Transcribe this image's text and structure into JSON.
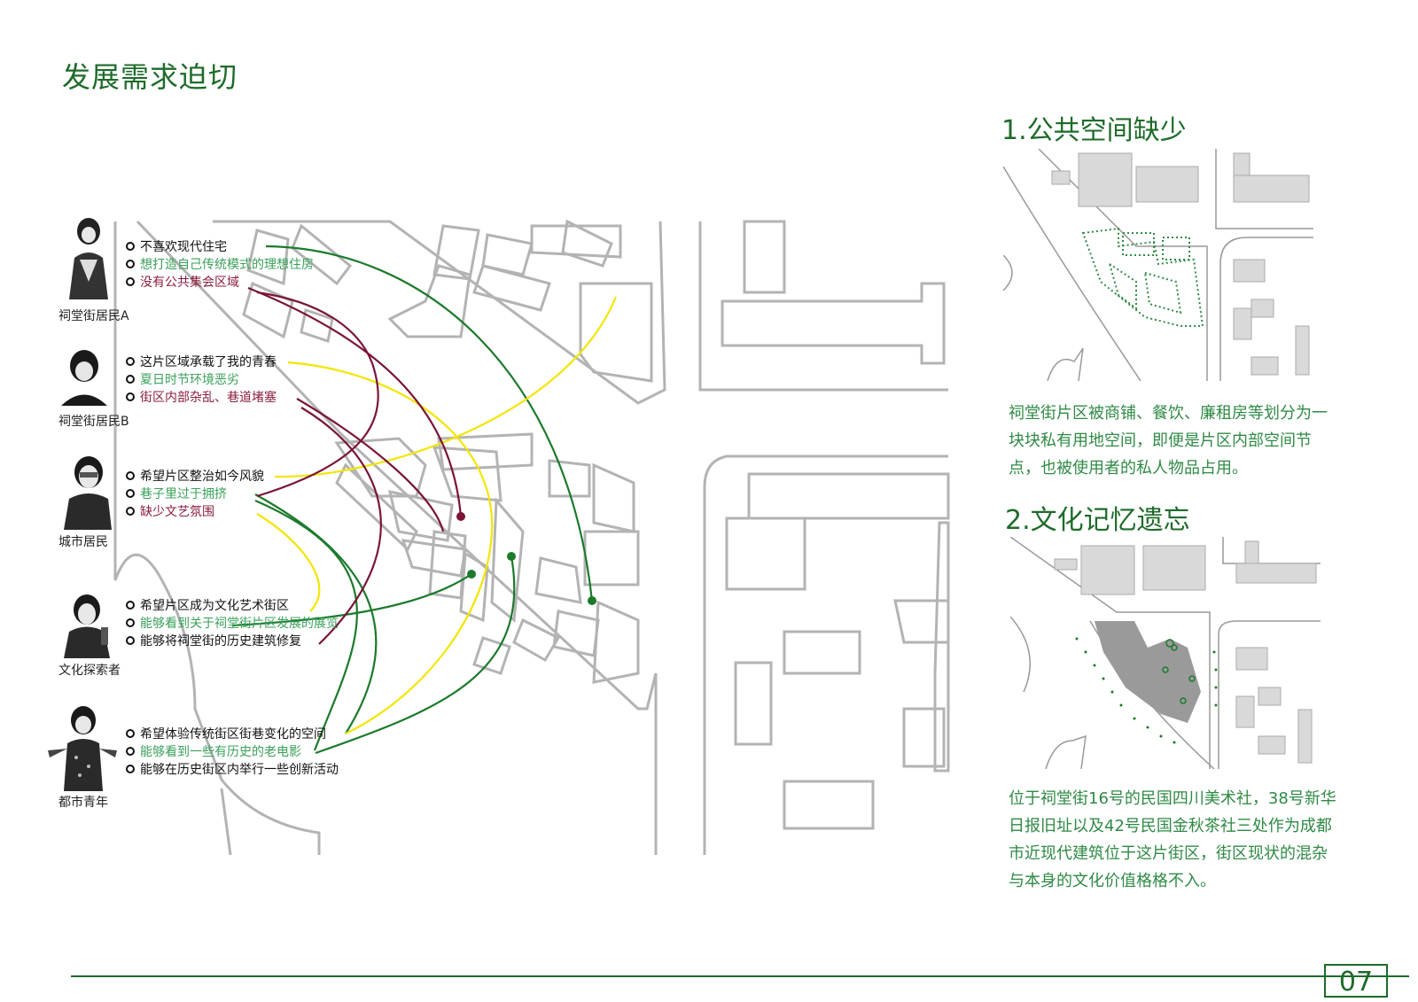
{
  "title": "发展需求迫切",
  "personas": [
    {
      "name": "祠堂街居民A",
      "needs": [
        {
          "text": "不喜欢现代住宅",
          "color": "black"
        },
        {
          "text": "想打造自己传统模式的理想住房",
          "color": "green"
        },
        {
          "text": "没有公共集会区域",
          "color": "maroon"
        }
      ]
    },
    {
      "name": "祠堂街居民B",
      "needs": [
        {
          "text": "这片区域承载了我的青春",
          "color": "black"
        },
        {
          "text": "夏日时节环境恶劣",
          "color": "green"
        },
        {
          "text": "街区内部杂乱、巷道堵塞",
          "color": "maroon"
        }
      ]
    },
    {
      "name": "城市居民",
      "needs": [
        {
          "text": "希望片区整治如今风貌",
          "color": "black"
        },
        {
          "text": "巷子里过于拥挤",
          "color": "green"
        },
        {
          "text": "缺少文艺氛围",
          "color": "maroon"
        }
      ]
    },
    {
      "name": "文化探索者",
      "needs": [
        {
          "text": "希望片区成为文化艺术街区",
          "color": "black"
        },
        {
          "text": "能够看到关于祠堂街片区发展的展览",
          "color": "green"
        },
        {
          "text": "能够将祠堂街的历史建筑修复",
          "color": "black"
        }
      ]
    },
    {
      "name": "都市青年",
      "needs": [
        {
          "text": "希望体验传统街区街巷变化的空间",
          "color": "black"
        },
        {
          "text": "能够看到一些有历史的老电影",
          "color": "green"
        },
        {
          "text": "能够在历史街区内举行一些创新活动",
          "color": "black"
        }
      ]
    }
  ],
  "sections": [
    {
      "title": "1.公共空间缺少",
      "text": "祠堂街片区被商铺、餐饮、廉租房等划分为一块块私有用地空间，即便是片区内部空间节点，也被使用者的私人物品占用。"
    },
    {
      "title": "2.文化记忆遗忘",
      "text": "位于祠堂街16号的民国四川美术社，38号新华日报旧址以及42号民国金秋茶社三处作为成都市近现代建筑位于这片街区，街区现状的混杂与本身的文化价值格格不入。"
    }
  ],
  "page_number": "07",
  "colors": {
    "title_green": "#1e6b2a",
    "line_green": "#1b7a2b",
    "line_yellow": "#f2e600",
    "line_maroon": "#7a1535",
    "text_green": "#3aa05a",
    "text_maroon": "#8a1e3c"
  },
  "icons": [
    "map-site-plan",
    "person-avatar"
  ]
}
